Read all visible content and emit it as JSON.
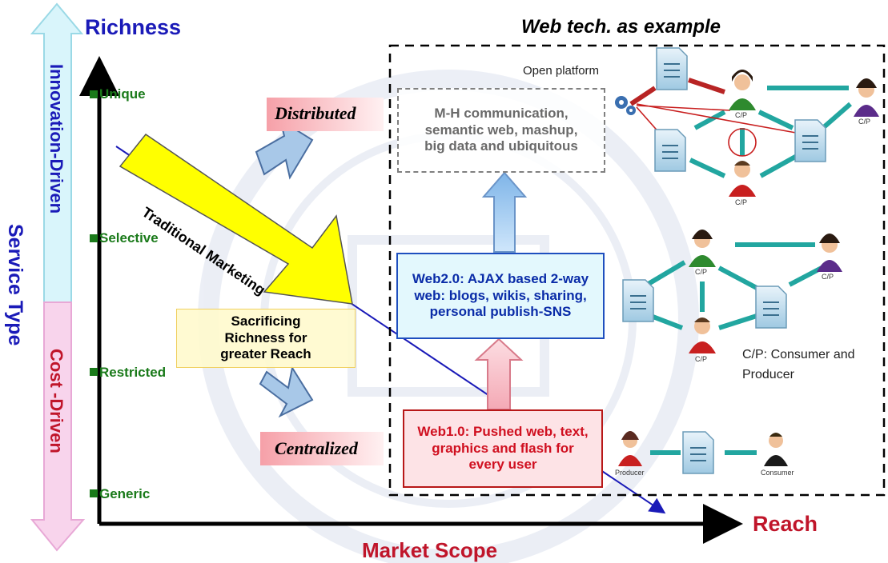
{
  "colors": {
    "axis": "#000000",
    "axis_title_blue": "#1a1ab8",
    "market_red": "#c0152a",
    "level_green": "#1a7a1a",
    "innovation_bg": "#d9f5fb",
    "cost_bg": "#f8d4ec",
    "web2_blue": "#0a2ca8",
    "web1_red": "#d01020",
    "arrow_teal": "#22a6a0",
    "arrow_red": "#b82424",
    "yellow_arrow": "#ffff00"
  },
  "axes": {
    "y_title": "Richness",
    "x_title": "Reach",
    "x_caption": "Market Scope",
    "levels": [
      "Unique",
      "Selective",
      "Restricted",
      "Generic"
    ]
  },
  "side": {
    "service_type": "Service Type",
    "innovation": "Innovation-Driven",
    "cost": "Cost -Driven"
  },
  "labels": {
    "traditional": "Traditional Marketing",
    "distributed": "Distributed",
    "centralized": "Centralized",
    "sacrificing": "Sacrificing Richness for greater Reach"
  },
  "web": {
    "title": "Web tech. as example",
    "mh": "M-H communication, semantic web, mashup, big data and ubiquitous",
    "web2": "Web2.0: AJAX based 2-way web: blogs, wikis, sharing, personal publish-SNS",
    "web1": "Web1.0: Pushed web, text, graphics and flash for every user",
    "open_platform": "Open platform",
    "cp_legend": "C/P: Consumer and Producer",
    "cp": "C/P",
    "producer": "Producer",
    "consumer": "Consumer"
  }
}
